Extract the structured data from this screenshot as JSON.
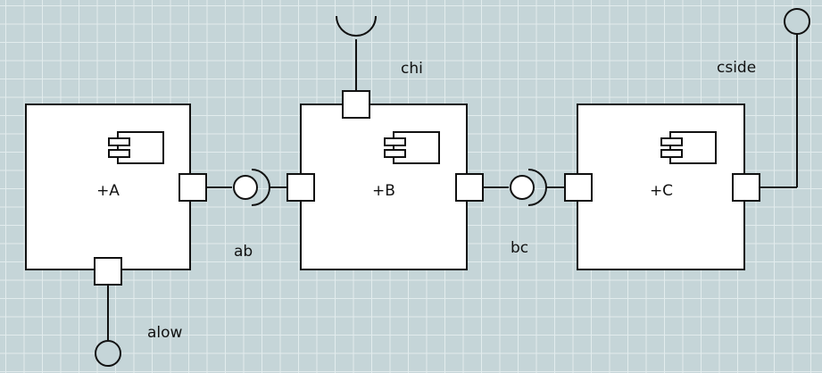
{
  "components": [
    {
      "id": "A",
      "label": "+A"
    },
    {
      "id": "B",
      "label": "+B"
    },
    {
      "id": "C",
      "label": "+C"
    }
  ],
  "connectors": [
    {
      "id": "ab",
      "label": "ab"
    },
    {
      "id": "bc",
      "label": "bc"
    },
    {
      "id": "chi",
      "label": "chi"
    },
    {
      "id": "cside",
      "label": "cside"
    },
    {
      "id": "alow",
      "label": "alow"
    }
  ],
  "colors": {
    "background": "#c5d5d8",
    "grid": "#e2eced",
    "stroke": "#111111",
    "fill": "#ffffff"
  },
  "icons": {
    "component": "uml-component-icon",
    "provided_interface": "lollipop-ball-icon",
    "required_interface": "socket-icon"
  }
}
